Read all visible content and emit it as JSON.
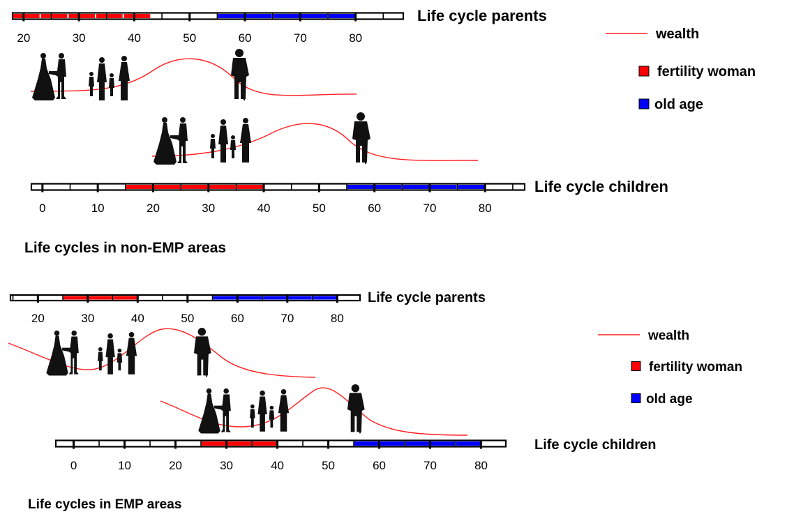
{
  "colors": {
    "fertility": "#ff0000",
    "old_age": "#0000ff",
    "wealth": "#ff2020",
    "bar": "#000000"
  },
  "icons": [
    "wedding-couple-icon",
    "family-group-icon",
    "elderly-person-icon"
  ],
  "panels": [
    {
      "caption": "Life cycles in non-EMP areas",
      "parents_label": "Life cycle parents",
      "children_label": "Life cycle children",
      "parents_ticks": [
        "20",
        "30",
        "40",
        "50",
        "60",
        "70",
        "80"
      ],
      "children_ticks": [
        "0",
        "10",
        "20",
        "30",
        "40",
        "50",
        "60",
        "70",
        "80"
      ],
      "legend": {
        "wealth": "wealth",
        "fertility": "fertility woman",
        "old_age": "old age"
      }
    },
    {
      "caption": "Life cycles in EMP areas",
      "parents_label": "Life cycle parents",
      "children_label": "Life cycle children",
      "parents_ticks": [
        "20",
        "30",
        "40",
        "50",
        "60",
        "70",
        "80"
      ],
      "children_ticks": [
        "0",
        "10",
        "20",
        "30",
        "40",
        "50",
        "60",
        "70",
        "80"
      ],
      "legend": {
        "wealth": "wealth",
        "fertility": "fertility woman",
        "old_age": "old age"
      }
    }
  ]
}
